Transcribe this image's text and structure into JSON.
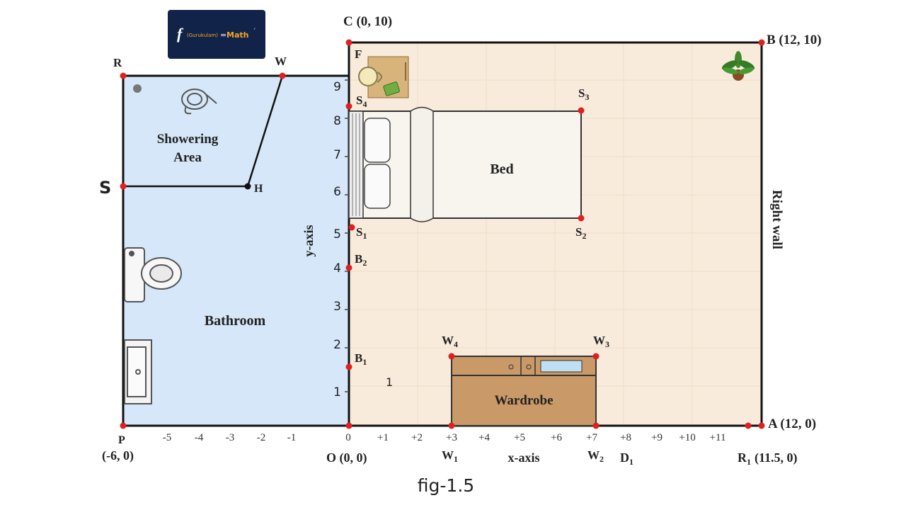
{
  "logo": {
    "mark": "f",
    "paren_text": "(Gurukulam)",
    "equals": "=",
    "brand": "Math",
    "tick": "´",
    "bg": "#12234a",
    "accent": "#f5a623"
  },
  "caption": "fig-1.5",
  "colors": {
    "bathroom": "#d5e7f8",
    "bedroom": "#f8ebdc",
    "wardrobe": "#c99a68",
    "point": "#e02020",
    "wall": "#111111"
  },
  "room_labels": {
    "showering_1": "Showering",
    "showering_2": "Area",
    "bathroom": "Bathroom",
    "bed": "Bed",
    "wardrobe": "Wardrobe",
    "right_wall": "Right wall",
    "y_axis": "y-axis",
    "x_axis": "x-axis"
  },
  "points": {
    "C": "C (0, 10)",
    "B": "B (12, 10)",
    "A": "A (12, 0)",
    "O": "O (0, 0)",
    "P": "P",
    "P_coord": "(-6, 0)",
    "R": "R",
    "W": "W",
    "S": "S",
    "H": "H",
    "F": "F",
    "R1": "R",
    "R1_sub": "1",
    "R1_coord": "(11.5, 0)",
    "D1": "D",
    "D1_sub": "1",
    "S1": "S",
    "S1_sub": "1",
    "S2": "S",
    "S2_sub": "2",
    "S3": "S",
    "S3_sub": "3",
    "S4": "S",
    "S4_sub": "4",
    "B1": "B",
    "B1_sub": "1",
    "B2": "B",
    "B2_sub": "2",
    "W1": "W",
    "W1_sub": "1",
    "W2": "W",
    "W2_sub": "2",
    "W3": "W",
    "W3_sub": "3",
    "W4": "W",
    "W4_sub": "4"
  },
  "x_ticks_neg": [
    "-5",
    "-4",
    "-3",
    "-2",
    "-1"
  ],
  "x_tick_zero": "0",
  "x_ticks_pos": [
    "+1",
    "+2",
    "+3",
    "+4",
    "+5",
    "+6",
    "+7",
    "+8",
    "+9",
    "+10",
    "+11"
  ],
  "y_ticks": [
    "1",
    "2",
    "3",
    "4",
    "5",
    "6",
    "7",
    "8",
    "9"
  ],
  "inner_label": "1",
  "icons": [
    "shower-head-icon",
    "toilet-icon",
    "sink-icon",
    "drain-icon",
    "plant-icon",
    "coffee-mug-icon",
    "book-icon",
    "pillow-icon",
    "mirror-icon"
  ]
}
